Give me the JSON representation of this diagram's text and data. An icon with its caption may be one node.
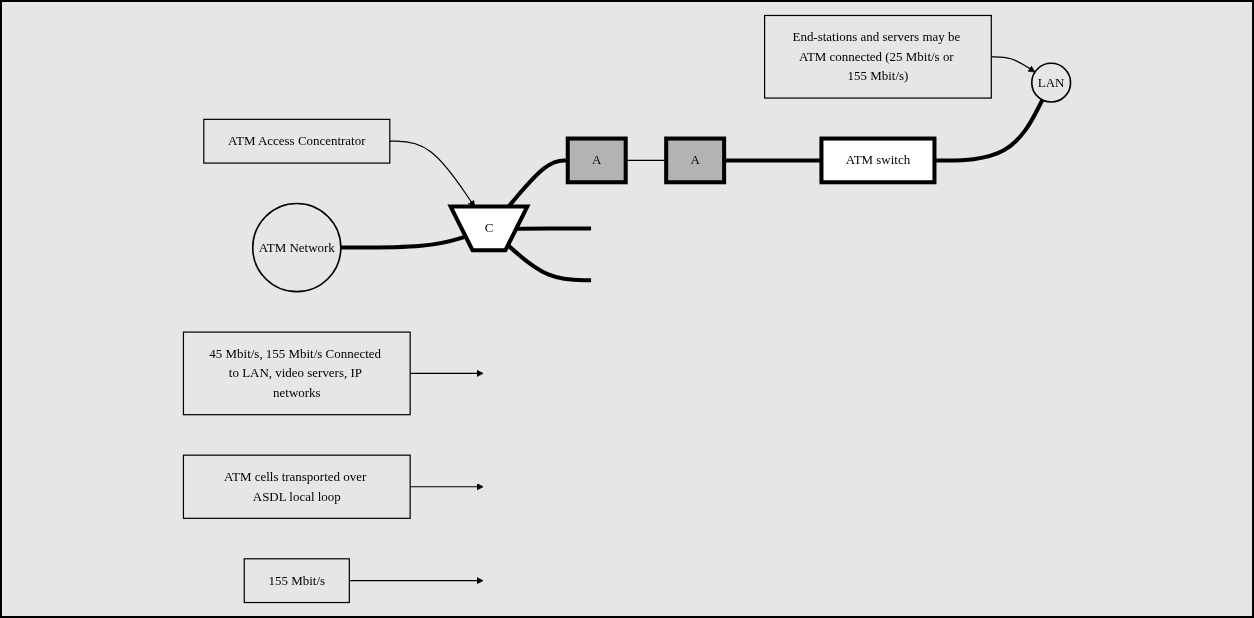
{
  "diagram": {
    "nodes": [
      {
        "text": [
          "ATM Access Concentrator"
        ]
      },
      {
        "text": [
          "End-stations and servers may be ATM connected (25 Mbit/s or 155 Mbit/s)"
        ]
      },
      {
        "text": [
          "ATM Network"
        ]
      },
      {
        "text": [
          "C"
        ]
      },
      {
        "text": [
          "A"
        ]
      },
      {
        "text": [
          "A"
        ]
      },
      {
        "text": [
          "ATM switch"
        ]
      },
      {
        "text": [
          "LAN"
        ]
      },
      {
        "text": [
          "45 Mbit/s, 155 Mbit/s Connected to LAN, video servers, IP networks"
        ]
      },
      {
        "text": [
          "ATM cells transported over ASDL local loop"
        ]
      },
      {
        "text": [
          "155 Mbit/s"
        ]
      }
    ],
    "edges": [
      {
        "from": 0,
        "to": 3,
        "arrow": "to"
      },
      {
        "from": 1,
        "to": 7,
        "arrow": "to"
      },
      {
        "from": 2,
        "to": 3,
        "arrow": "none",
        "style": "thick"
      },
      {
        "from": 3,
        "to": null,
        "arrow": "none",
        "style": "thick"
      },
      {
        "from": 3,
        "to": 4,
        "arrow": "none",
        "style": "thick"
      },
      {
        "from": 3,
        "to": null,
        "arrow": "none",
        "style": "thick"
      },
      {
        "from": 4,
        "to": 5,
        "arrow": "none"
      },
      {
        "from": 5,
        "to": 6,
        "arrow": "none",
        "style": "thick"
      },
      {
        "from": 6,
        "to": 7,
        "arrow": "none",
        "style": "thick"
      },
      {
        "from": 8,
        "to": null,
        "arrow": "to"
      },
      {
        "from": 9,
        "to": null,
        "arrow": "to"
      },
      {
        "from": 10,
        "to": null,
        "arrow": "to"
      }
    ]
  }
}
